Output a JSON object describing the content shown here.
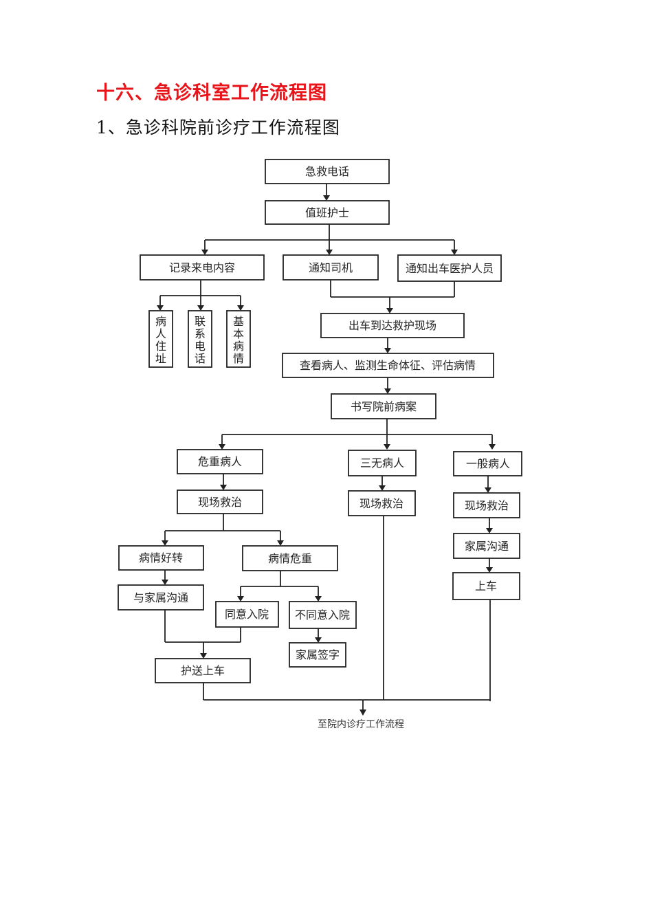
{
  "heading": "十六、急诊科室工作流程图",
  "subheading": "1、急诊科院前诊疗工作流程图",
  "footer": "至院内诊疗工作流程",
  "nodes": {
    "call": "急救电话",
    "nurse": "值班护士",
    "record": "记录来电内容",
    "notify_driver": "通知司机",
    "notify_staff": "通知出车医护人员",
    "address": [
      "病",
      "人",
      "住",
      "址"
    ],
    "phone": [
      "联",
      "系",
      "电",
      "话"
    ],
    "condition": [
      "基",
      "本",
      "病",
      "情"
    ],
    "arrive": "出车到达救护现场",
    "exam": "查看病人、监测生命体征、评估病情",
    "write": "书写院前病案",
    "critical": "危重病人",
    "sanwu": "三无病人",
    "general": "一般病人",
    "rescue_critical": "现场救治",
    "rescue_sanwu": "现场救治",
    "rescue_general": "现场救治",
    "improve": "病情好转",
    "severe": "病情危重",
    "family_comm_left": "与家属沟通",
    "agree": "同意入院",
    "disagree": "不同意入院",
    "family_sign": "家属签字",
    "escort": "护送上车",
    "family_comm_right": "家属沟通",
    "board": "上车"
  }
}
